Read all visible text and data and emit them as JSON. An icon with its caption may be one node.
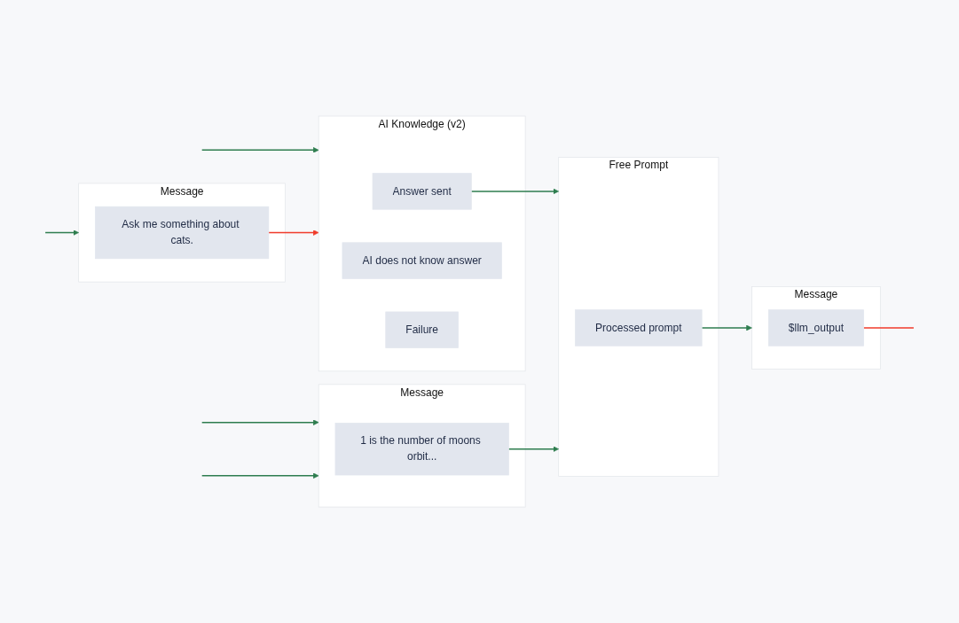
{
  "diagram": {
    "nodes": [
      {
        "text": [
          "AI Knowledge (v2)"
        ]
      },
      {
        "text": [
          "Answer sent"
        ],
        "in": 0
      },
      {
        "text": [
          "AI does not know answer"
        ],
        "in": 0
      },
      {
        "text": [
          "Failure"
        ],
        "in": 0
      },
      {
        "text": [
          "Message"
        ]
      },
      {
        "text": [
          "Ask me something about cats."
        ],
        "in": 4
      },
      {
        "text": [
          "Message"
        ]
      },
      {
        "text": [
          "1 is the number of moons orbit..."
        ],
        "in": 6
      },
      {
        "text": [
          "Free Prompt"
        ]
      },
      {
        "text": [
          "Processed prompt"
        ],
        "in": 8
      },
      {
        "text": [
          "Message"
        ]
      },
      {
        "text": [
          "$llm_output"
        ],
        "in": 10
      }
    ],
    "edges": [
      {
        "from": null,
        "to": 0,
        "arrow": "to"
      },
      {
        "from": null,
        "to": 6,
        "arrow": "to"
      },
      {
        "from": null,
        "to": 4,
        "arrow": "to"
      },
      {
        "from": null,
        "to": 6,
        "arrow": "to"
      },
      {
        "from": 1,
        "to": 8,
        "arrow": "to"
      },
      {
        "from": 5,
        "to": 0,
        "arrow": "to",
        "color": "#f03a2a"
      },
      {
        "from": 7,
        "to": 8,
        "arrow": "to"
      },
      {
        "from": 9,
        "to": 10,
        "arrow": "to"
      },
      {
        "from": 11,
        "to": null,
        "arrow": "none",
        "color": "#f03a2a"
      }
    ]
  }
}
